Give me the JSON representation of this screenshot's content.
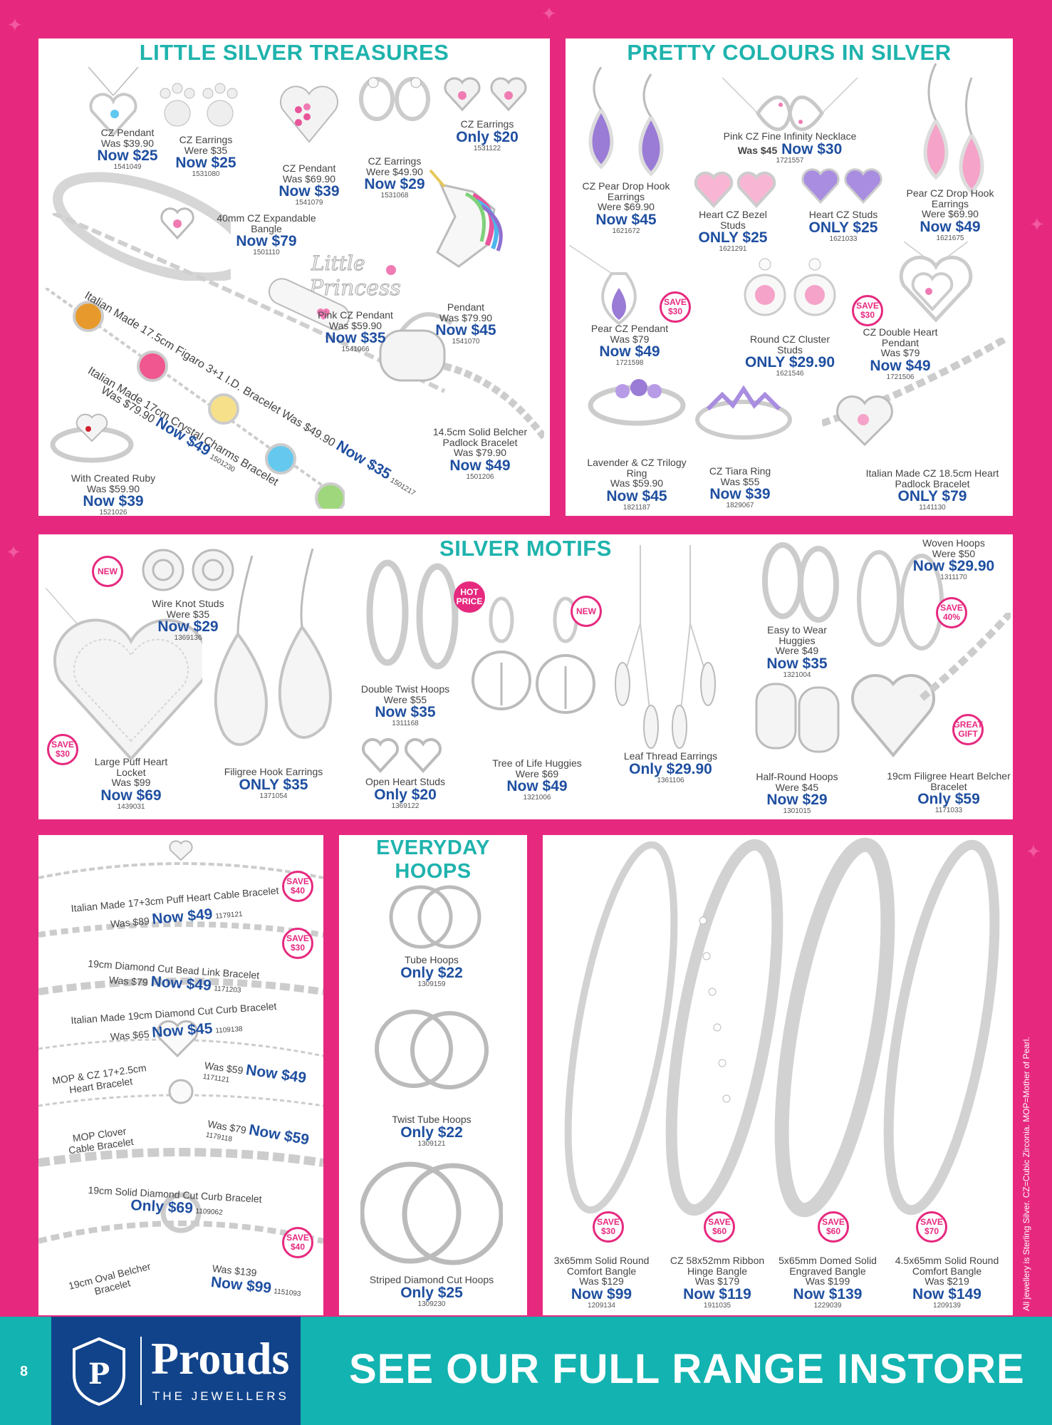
{
  "page_number": "8",
  "sections": {
    "little_silver": "LITTLE SILVER TREASURES",
    "pretty_colours": "PRETTY COLOURS IN SILVER",
    "silver_motifs": "SILVER MOTIFS",
    "everyday_hoops": "EVERYDAY HOOPS"
  },
  "ls": [
    {
      "name": "CZ Pendant",
      "was": "Was $39.90",
      "now": "Now $25",
      "code": "1541049"
    },
    {
      "name": "CZ Earrings",
      "was": "Were $35",
      "now": "Now $25",
      "code": "1531080"
    },
    {
      "name": "CZ Pendant",
      "was": "Was $69.90",
      "now": "Now $39",
      "code": "1541079"
    },
    {
      "name": "CZ Earrings",
      "was": "Were $49.90",
      "now": "Now $29",
      "code": "1531068"
    },
    {
      "name": "CZ Earrings",
      "was": "",
      "now": "Only $20",
      "code": "1531122"
    },
    {
      "name": "40mm CZ Expandable Bangle",
      "was": "",
      "now": "Now $79",
      "code": "1501110"
    },
    {
      "name": "Pink CZ Pendant",
      "was": "Was $59.90",
      "now": "Now $35",
      "code": "1541066"
    },
    {
      "name": "Pendant",
      "was": "Was $79.90",
      "now": "Now $45",
      "code": "1541070"
    },
    {
      "name": "14.5cm Solid Belcher Padlock Bracelet",
      "was": "Was $79.90",
      "now": "Now $49",
      "code": "1501206"
    },
    {
      "name": "With Created Ruby",
      "was": "Was $59.90",
      "now": "Now $39",
      "code": "1521026"
    }
  ],
  "ls_rot": [
    {
      "name": "Italian Made 17.5cm Figaro 3+1 I.D. Bracelet",
      "was": "Was $49.90",
      "now": "Now $35",
      "code": "1501217"
    },
    {
      "name": "Italian Made 17cm Crystal Charms Bracelet",
      "was": "Was $79.90",
      "now": "Now $49",
      "code": "1501230"
    }
  ],
  "pc": [
    {
      "name": "CZ Pear Drop Hook Earrings",
      "was": "Were $69.90",
      "now": "Now $45",
      "code": "1621672"
    },
    {
      "name": "Pink CZ Fine Infinity Necklace",
      "was": "Was $45",
      "now": "Now $30",
      "code": "1721557"
    },
    {
      "name": "Heart CZ Bezel Studs",
      "was": "",
      "now": "ONLY $25",
      "code": "1621291"
    },
    {
      "name": "Heart CZ Studs",
      "was": "",
      "now": "ONLY $25",
      "code": "1621033"
    },
    {
      "name": "Pear CZ Drop Hook Earrings",
      "was": "Were $69.90",
      "now": "Now $49",
      "code": "1621675"
    },
    {
      "name": "Pear CZ Pendant",
      "was": "Was $79",
      "now": "Now $49",
      "code": "1721598"
    },
    {
      "name": "Round CZ Cluster Studs",
      "was": "",
      "now": "ONLY $29.90",
      "code": "1621546"
    },
    {
      "name": "CZ Double Heart Pendant",
      "was": "Was $79",
      "now": "Now $49",
      "code": "1721506"
    },
    {
      "name": "Lavender & CZ Trilogy Ring",
      "was": "Was $59.90",
      "now": "Now $45",
      "code": "1821187"
    },
    {
      "name": "CZ Tiara Ring",
      "was": "Was $55",
      "now": "Now $39",
      "code": "1829067"
    },
    {
      "name": "Italian Made CZ 18.5cm Heart Padlock Bracelet",
      "was": "",
      "now": "ONLY $79",
      "code": "1141130"
    }
  ],
  "sm": [
    {
      "name": "Wire Knot Studs",
      "was": "Were $35",
      "now": "Now $29",
      "code": "1369136"
    },
    {
      "name": "Large Puff Heart Locket",
      "was": "Was $99",
      "now": "Now $69",
      "code": "1439031"
    },
    {
      "name": "Filigree Hook Earrings",
      "was": "",
      "now": "ONLY $35",
      "code": "1371054"
    },
    {
      "name": "Double Twist Hoops",
      "was": "Were $55",
      "now": "Now $35",
      "code": "1311168"
    },
    {
      "name": "Open Heart Studs",
      "was": "",
      "now": "Only $20",
      "code": "1369122"
    },
    {
      "name": "Tree of Life Huggies",
      "was": "Were $69",
      "now": "Now $49",
      "code": "1321006"
    },
    {
      "name": "Leaf Thread Earrings",
      "was": "",
      "now": "Only $29.90",
      "code": "1361106"
    },
    {
      "name": "Easy to Wear Huggies",
      "was": "Were $49",
      "now": "Now $35",
      "code": "1321004"
    },
    {
      "name": "Half-Round Hoops",
      "was": "Were $45",
      "now": "Now $29",
      "code": "1301015"
    },
    {
      "name": "Woven Hoops",
      "was": "Were $50",
      "now": "Now $29.90",
      "code": "1311170"
    },
    {
      "name": "19cm Filigree Heart Belcher Bracelet",
      "was": "",
      "now": "Only $59",
      "code": "1171033"
    }
  ],
  "br": [
    {
      "name": "Italian Made 17+3cm Puff Heart Cable Bracelet",
      "was": "Was $89",
      "now": "Now $49",
      "code": "1179121"
    },
    {
      "name": "19cm Diamond Cut Bead Link Bracelet",
      "was": "Was $79",
      "now": "Now $49",
      "code": "1171203"
    },
    {
      "name": "Italian Made 19cm Diamond Cut Curb Bracelet",
      "was": "Was $65",
      "now": "Now $45",
      "code": "1109138"
    },
    {
      "name": "MOP & CZ 17+2.5cm Heart Bracelet",
      "was": "Was $59",
      "now": "Now $49",
      "code": "1171121"
    },
    {
      "name": "MOP Clover Cable Bracelet",
      "was": "Was $79",
      "now": "Now $59",
      "code": "1179118"
    },
    {
      "name": "19cm Solid Diamond Cut Curb Bracelet",
      "was": "",
      "now": "Only $69",
      "code": "1109062"
    },
    {
      "name": "19cm Oval Belcher Bracelet",
      "was": "Was $139",
      "now": "Now $99",
      "code": "1151093"
    }
  ],
  "eh": [
    {
      "name": "Tube Hoops",
      "was": "",
      "now": "Only $22",
      "code": "1309159"
    },
    {
      "name": "Twist Tube Hoops",
      "was": "",
      "now": "Only $22",
      "code": "1309121"
    },
    {
      "name": "Striped Diamond Cut Hoops",
      "was": "",
      "now": "Only $25",
      "code": "1309230"
    }
  ],
  "bg": [
    {
      "name": "3x65mm Solid Round Comfort Bangle",
      "was": "Was $129",
      "now": "Now $99",
      "code": "1209134"
    },
    {
      "name": "CZ 58x52mm Ribbon Hinge Bangle",
      "was": "Was $179",
      "now": "Now $119",
      "code": "1911035"
    },
    {
      "name": "5x65mm Domed Solid Engraved Bangle",
      "was": "Was $199",
      "now": "Now $139",
      "code": "1229039"
    },
    {
      "name": "4.5x65mm Solid Round Comfort Bangle",
      "was": "Was $219",
      "now": "Now $149",
      "code": "1209139"
    }
  ],
  "badges": {
    "save30": [
      "SAVE",
      "$30"
    ],
    "save40": [
      "SAVE",
      "$40"
    ],
    "save60": [
      "SAVE",
      "$60"
    ],
    "save70": [
      "SAVE",
      "$70"
    ],
    "save40pct": [
      "SAVE",
      "40%"
    ],
    "new": "NEW",
    "hot": [
      "HOT",
      "PRICE"
    ],
    "gift": [
      "GREAT",
      "GIFT"
    ]
  },
  "sidebar_note": "All jewellery is Sterling Silver. CZ=Cubic Zirconia. MOP=Mother of Pearl.",
  "logo_text": "P",
  "brand": "Prouds",
  "brand_sub": "THE JEWELLERS",
  "cta": "SEE OUR FULL RANGE INSTORE",
  "colors": {
    "pink": "#e6297f",
    "teal": "#1fb3ad",
    "navy": "#11438a",
    "price": "#1f4fa0"
  }
}
